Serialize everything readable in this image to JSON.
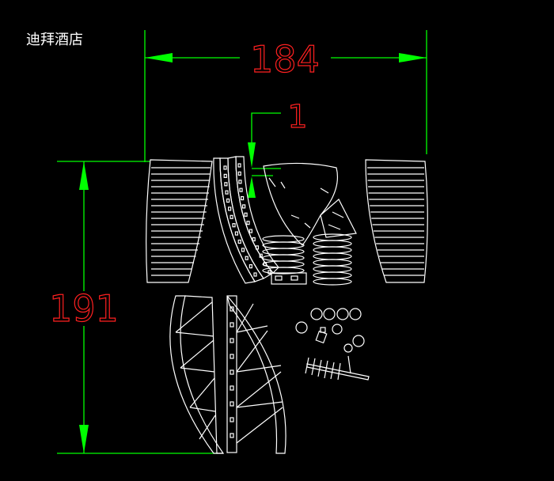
{
  "title": "迪拜酒店",
  "dimensions": {
    "width_label": "184",
    "height_label": "191",
    "thickness_label": "1"
  },
  "colors": {
    "background": "#000000",
    "dimension_lines": "#00ff00",
    "dimension_text": "#ff2020",
    "parts": "#ffffff"
  }
}
